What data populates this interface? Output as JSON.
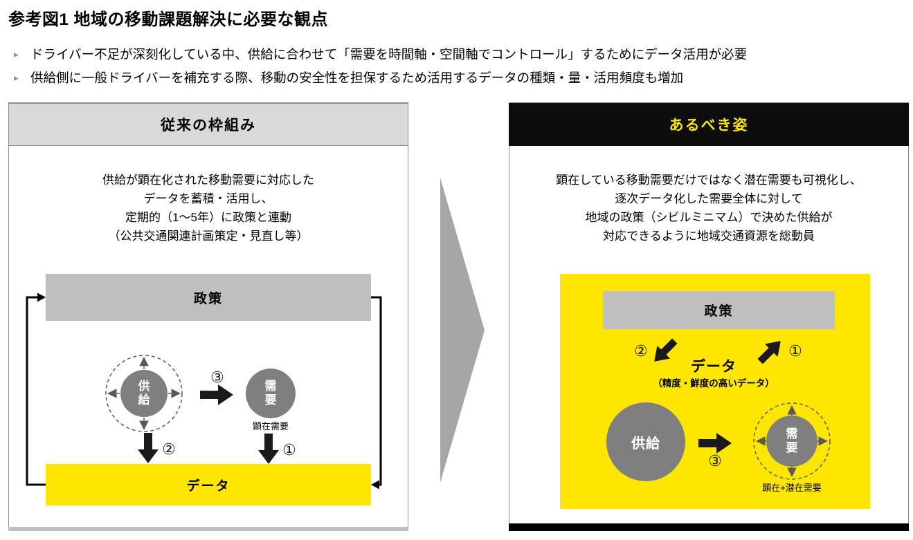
{
  "header": {
    "title": "参考図1 地域の移動課題解決に必要な観点",
    "bullet_marker": "▸",
    "bullets": [
      "ドライバー不足が深刻化している中、供給に合わせて「需要を時間軸・空間軸でコントロール」するためにデータ活用が必要",
      "供給側に一般ドライバーを補充する際、移動の安全性を担保するため活用するデータの種類・量・活用頻度も増加"
    ]
  },
  "left_panel": {
    "title": "従来の枠組み",
    "description": [
      "供給が顕在化された移動需要に対応した",
      "データを蓄積・活用し、",
      "定期的（1～5年）に政策と連動",
      "（公共交通関連計画策定・見直し等）"
    ],
    "policy": "政策",
    "supply": "供給",
    "demand": "需要",
    "demand_note": "顕在需要",
    "data": "データ",
    "steps": {
      "one": "①",
      "two": "②",
      "three": "③"
    }
  },
  "right_panel": {
    "title": "あるべき姿",
    "description": [
      "顕在している移動需要だけではなく潜在需要も可視化し、",
      "逐次データ化した需要全体に対して",
      "地域の政策（シビルミニマム）で決めた供給が",
      "対応できるように地域交通資源を総動員"
    ],
    "policy": "政策",
    "data": "データ",
    "data_note": "（精度・鮮度の高いデータ）",
    "supply": "供給",
    "demand": "需要",
    "demand_note": "顕在+潜在需要",
    "steps": {
      "one": "①",
      "two": "②",
      "three": "③"
    }
  },
  "colors": {
    "yellow": "#FFE600",
    "policy_gray": "#BFBFBF",
    "header_light_gray": "#D9D9D9",
    "header_black": "#0D0D0D",
    "circle_gray": "#7F7F7F",
    "transition_arrow_gray": "#A6A6A6",
    "dashed_outline_gray": "#595959"
  }
}
